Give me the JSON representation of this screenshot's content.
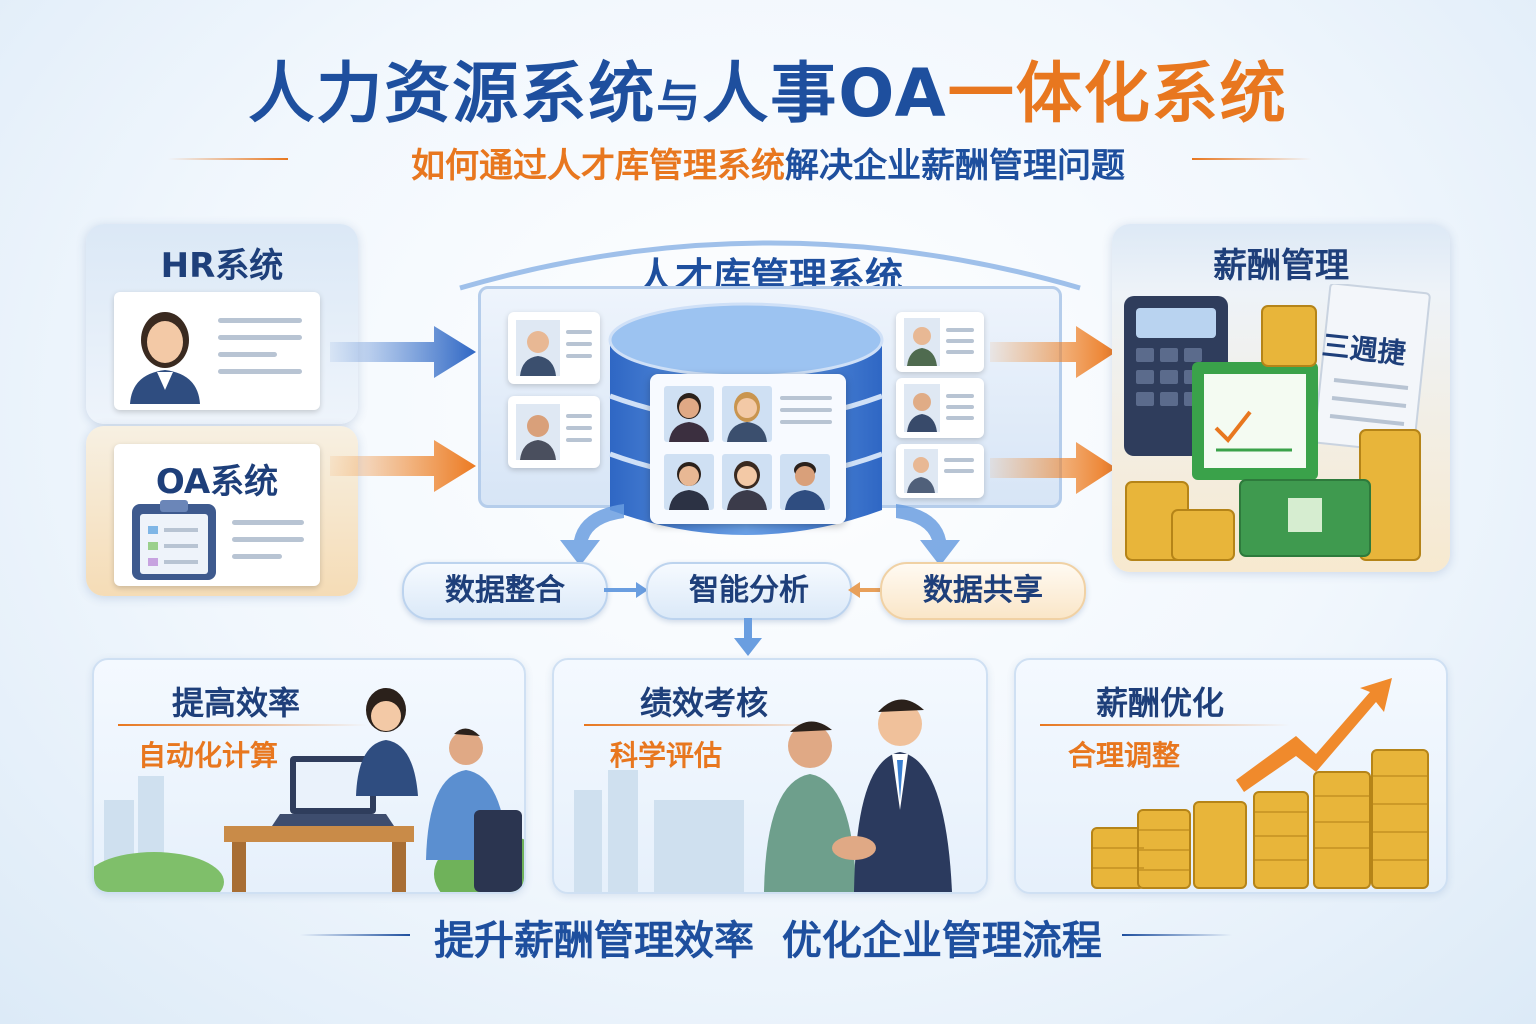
{
  "title": {
    "part1": "人力资源系统",
    "part2": "与",
    "part3": "人事OA",
    "part4": "一体化系统"
  },
  "subtitle": {
    "part1": "如何通过人才库管理系统",
    "part2": "解决企业薪酬管理问题"
  },
  "hr_panel": {
    "label": "HR系统"
  },
  "oa_panel": {
    "label": "OA系统"
  },
  "center": {
    "label": "人才库管理系统"
  },
  "salary_panel": {
    "label": "薪酬管理",
    "doc_text": "三週捷"
  },
  "flow": {
    "left": "数据整合",
    "middle": "智能分析",
    "right": "数据共享"
  },
  "features": [
    {
      "title": "提高效率",
      "subtitle": "自动化计算"
    },
    {
      "title": "绩效考核",
      "subtitle": "科学评估"
    },
    {
      "title": "薪酬优化",
      "subtitle": "合理调整"
    }
  ],
  "footer": {
    "part1": "提升薪酬管理效率",
    "part2": "优化企业管理流程"
  },
  "colors": {
    "blue": "#1e4f9e",
    "orange": "#e8771f",
    "panel_blue": "#dce9f7",
    "panel_orange": "#fbe8cf"
  }
}
